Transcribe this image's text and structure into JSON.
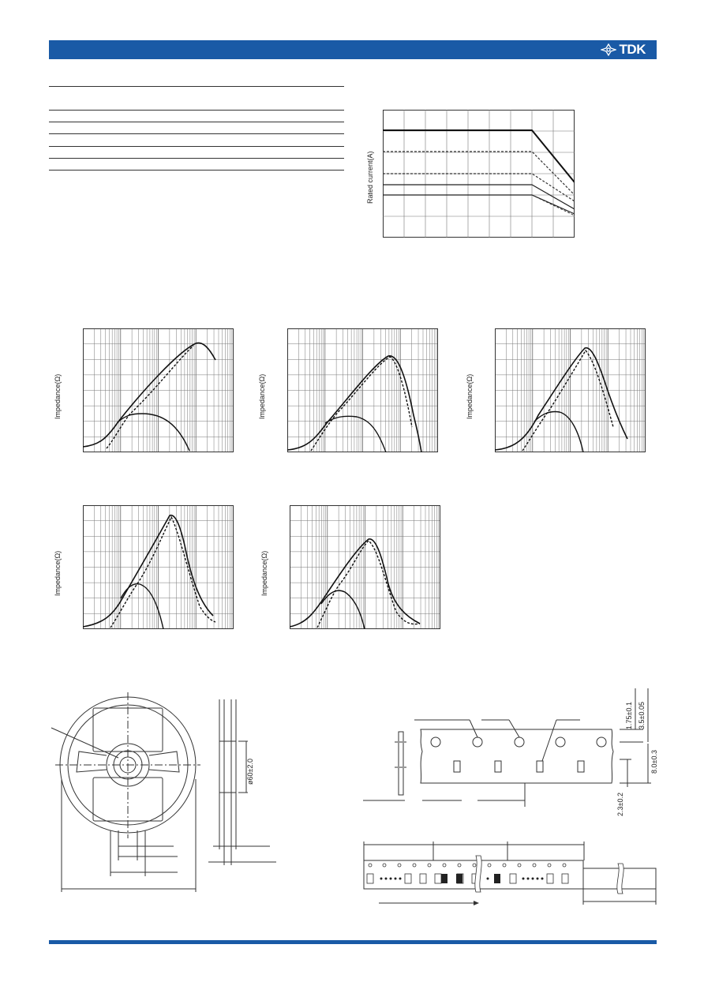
{
  "header": {
    "brand": "TDK",
    "brand_color": "#1a5aa6",
    "logo_icon": "tdk-logo-icon"
  },
  "derating_chart": {
    "ylabel": "Rated current(A)"
  },
  "impedance_charts": [
    {
      "ylabel": "Impedance(Ω)"
    },
    {
      "ylabel": "Impedance(Ω)"
    },
    {
      "ylabel": "Impedance(Ω)"
    },
    {
      "ylabel": "Impedance(Ω)"
    },
    {
      "ylabel": "Impedance(Ω)"
    }
  ],
  "reel_drawing": {
    "hub_diameter": "ø60±2.0"
  },
  "tape_drawing": {
    "dim_1": "1.75±0.1",
    "dim_2": "3.5±0.05",
    "dim_3": "8.0±0.3",
    "dim_4": "2.3±0.2"
  }
}
